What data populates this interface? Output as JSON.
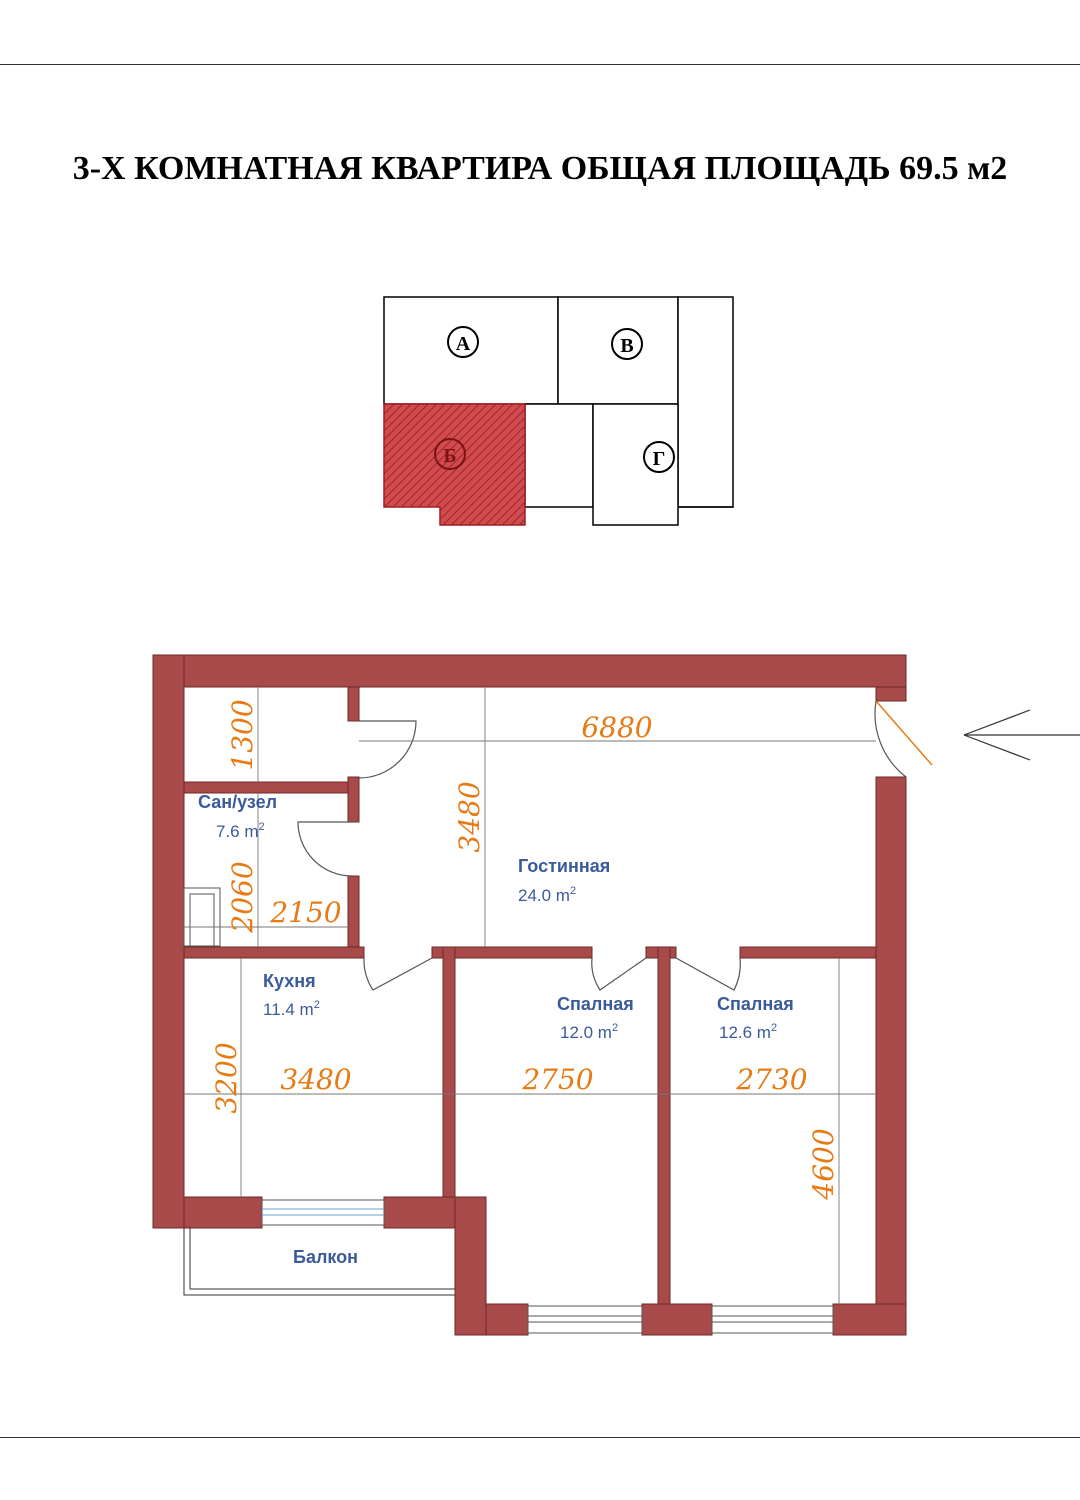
{
  "title": "3-Х КОМНАТНАЯ КВАРТИРА ОБЩАЯ ПЛОЩАДЬ 69.5  м2",
  "colors": {
    "wall": "#a84a4a",
    "dimension": "#e87a14",
    "label": "#3a5a9c",
    "highlight": "#c0282d"
  },
  "key_plan": {
    "sections": [
      "А",
      "В",
      "Б",
      "Г"
    ],
    "highlighted": "Б"
  },
  "rooms": {
    "bath": {
      "name": "Сан/узел",
      "area": "7.6 m"
    },
    "living": {
      "name": "Гостинная",
      "area": "24.0 m"
    },
    "kitchen": {
      "name": "Кухня",
      "area": "11.4 m"
    },
    "bedroom1": {
      "name": "Спалная",
      "area": "12.0 m"
    },
    "bedroom2": {
      "name": "Спалная",
      "area": "12.6 m"
    },
    "balcony": {
      "name": "Балкон"
    }
  },
  "area_unit_sup": "2",
  "dimensions": {
    "hall_height": "1300",
    "hall_width": "6880",
    "living_height": "3480",
    "bath_height": "2060",
    "bath_width": "2150",
    "kitchen_height": "3200",
    "kitchen_width": "3480",
    "bedroom1_width": "2750",
    "bedroom2_width": "2730",
    "bedroom2_height": "4600"
  }
}
